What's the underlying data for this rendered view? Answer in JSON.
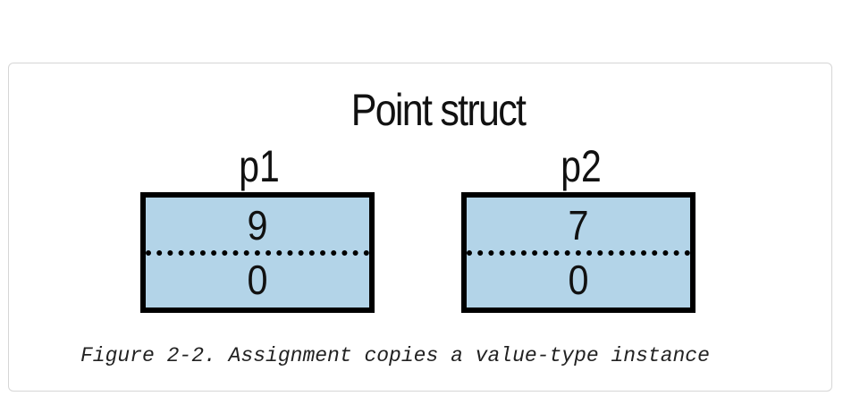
{
  "figure": {
    "title": "Point struct",
    "variables": [
      {
        "name": "p1",
        "x": "9",
        "y": "0"
      },
      {
        "name": "p2",
        "x": "7",
        "y": "0"
      }
    ],
    "caption": "Figure 2-2. Assignment copies a value-type instance"
  },
  "colors": {
    "box_fill": "#b3d4e8",
    "border": "#000000"
  }
}
